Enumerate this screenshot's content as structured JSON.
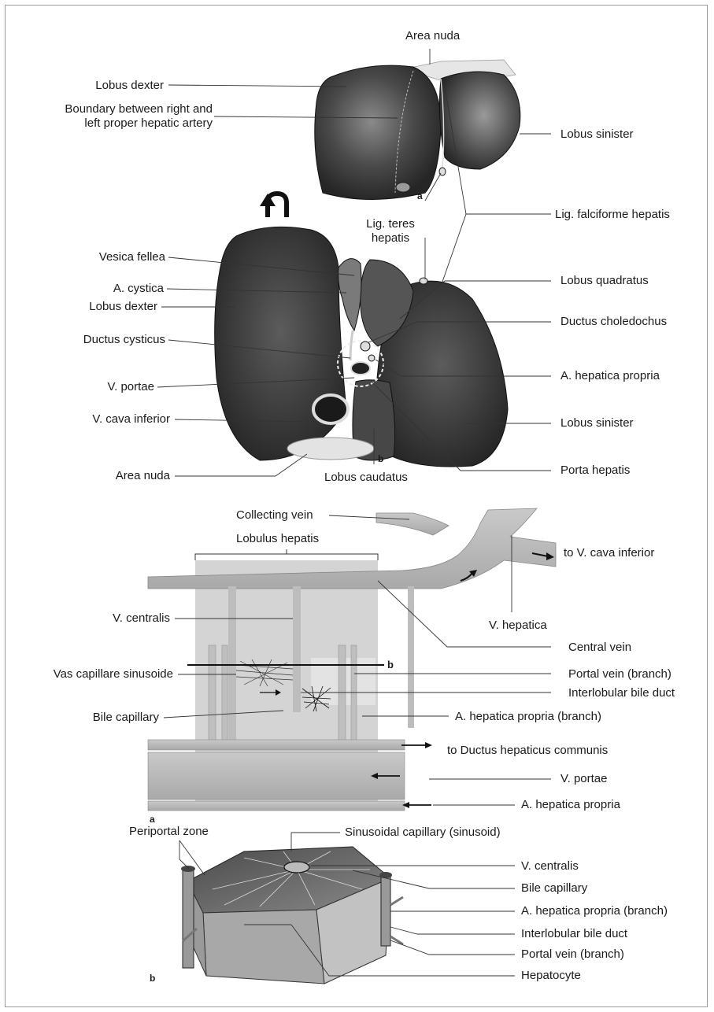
{
  "panels": {
    "liver_top_letter": "a",
    "liver_bottom_letter": "b",
    "lobule_letter": "a",
    "lobule_cross_section_marker": "b",
    "block_letter": "b"
  },
  "liver_labels": {
    "area_nuda_top": "Area nuda",
    "lobus_dexter_top": "Lobus dexter",
    "boundary_line1": "Boundary between right and",
    "boundary_line2": "left proper hepatic artery",
    "lobus_sinister_top": "Lobus sinister",
    "lig_teres_line1": "Lig. teres",
    "lig_teres_line2": "hepatis",
    "lig_falciforme": "Lig. falciforme hepatis",
    "vesica_fellea": "Vesica fellea",
    "a_cystica": "A. cystica",
    "lobus_dexter_bottom": "Lobus dexter",
    "lobus_quadratus": "Lobus quadratus",
    "ductus_choledochus": "Ductus choledochus",
    "ductus_cysticus": "Ductus cysticus",
    "a_hepatica_propria": "A. hepatica propria",
    "v_portae": "V. portae",
    "v_cava_inferior": "V. cava inferior",
    "lobus_sinister_bottom": "Lobus sinister",
    "area_nuda_bottom": "Area nuda",
    "lobus_caudatus": "Lobus caudatus",
    "porta_hepatis": "Porta hepatis"
  },
  "lobule_labels": {
    "collecting_vein": "Collecting vein",
    "lobulus_hepatis": "Lobulus hepatis",
    "to_v_cava": "to V. cava inferior",
    "v_hepatica": "V. hepatica",
    "v_centralis": "V. centralis",
    "central_vein": "Central vein",
    "vas_capillare": "Vas capillare sinusoide",
    "portal_vein_branch": "Portal vein (branch)",
    "interlobular_bile_duct": "Interlobular bile duct",
    "bile_capillary": "Bile capillary",
    "a_hepatica_branch": "A. hepatica propria (branch)",
    "to_ductus": "to Ductus hepaticus communis",
    "v_portae": "V. portae",
    "a_hepatica_propria": "A. hepatica propria"
  },
  "block_labels": {
    "periportal_zone": "Periportal zone",
    "sinusoidal_capillary": "Sinusoidal capillary (sinusoid)",
    "v_centralis": "V. centralis",
    "bile_capillary": "Bile capillary",
    "a_hepatica_branch": "A. hepatica propria (branch)",
    "interlobular_bile_duct": "Interlobular bile duct",
    "portal_vein_branch": "Portal vein (branch)",
    "hepatocyte": "Hepatocyte"
  },
  "colors": {
    "liver_dark": "#2e2e2e",
    "liver_mid": "#5a5a5a",
    "lobule_bg": "#d4d4d4",
    "vessel": "#b8b8b8",
    "leader": "#333333"
  }
}
